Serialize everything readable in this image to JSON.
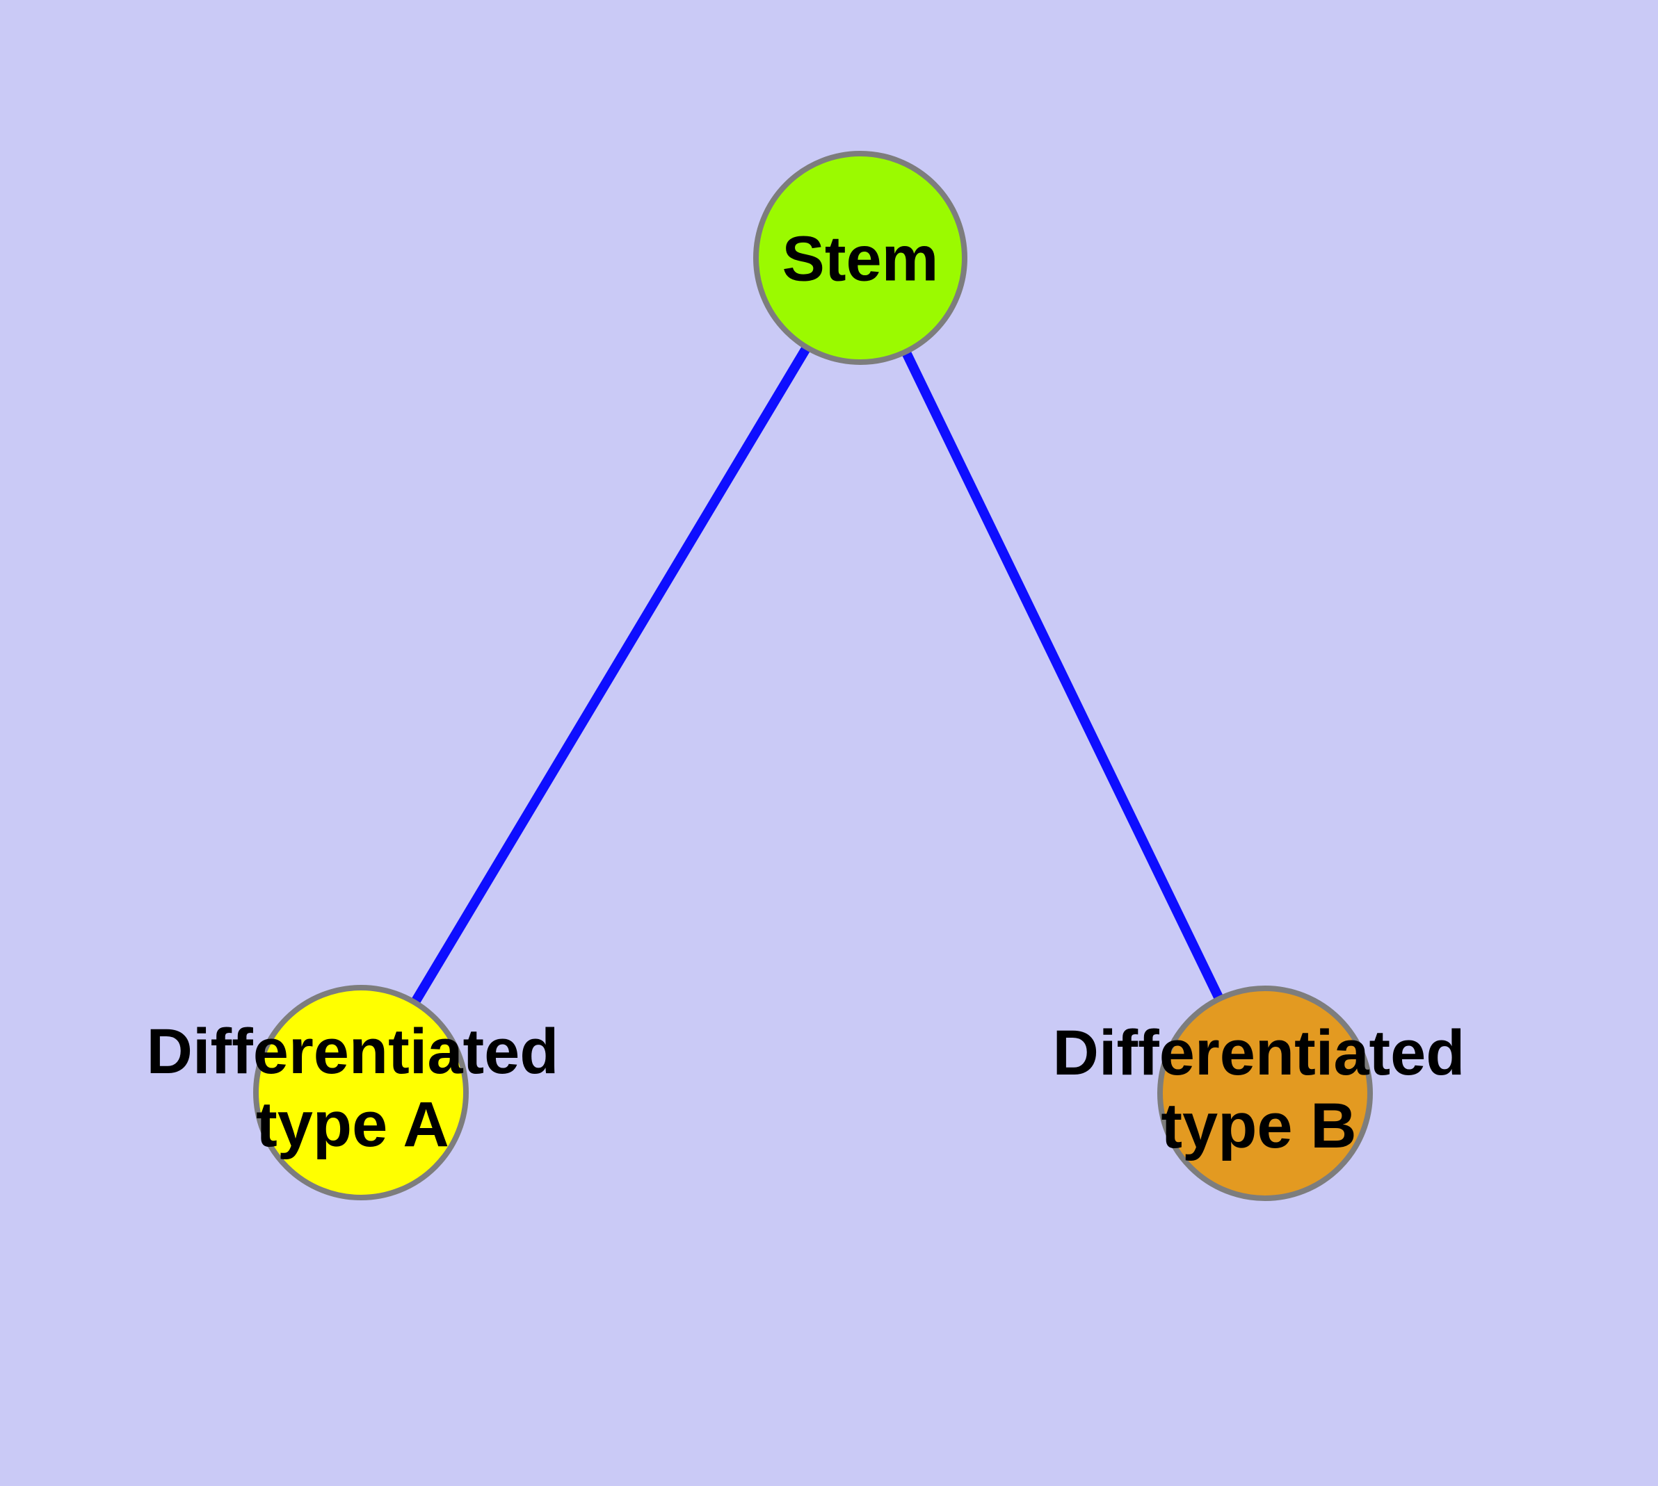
{
  "diagram": {
    "type": "node-link-graph",
    "background_color": "#CACAF6",
    "edge_color": "#0E0EFF",
    "node_border_color": "#7D7D7D",
    "label_color": "#000000",
    "nodes": [
      {
        "id": "stem",
        "label": "Stem",
        "fill": "#9BFA00"
      },
      {
        "id": "type-a",
        "label_line1": "Differentiated",
        "label_line2": "type A",
        "fill": "#FFFF00"
      },
      {
        "id": "type-b",
        "label_line1": "Differentiated",
        "label_line2": "type B",
        "fill": "#E39A21"
      }
    ],
    "edges": [
      {
        "from": "Stem",
        "to": "Differentiated type A"
      },
      {
        "from": "Stem",
        "to": "Differentiated type B"
      }
    ]
  }
}
